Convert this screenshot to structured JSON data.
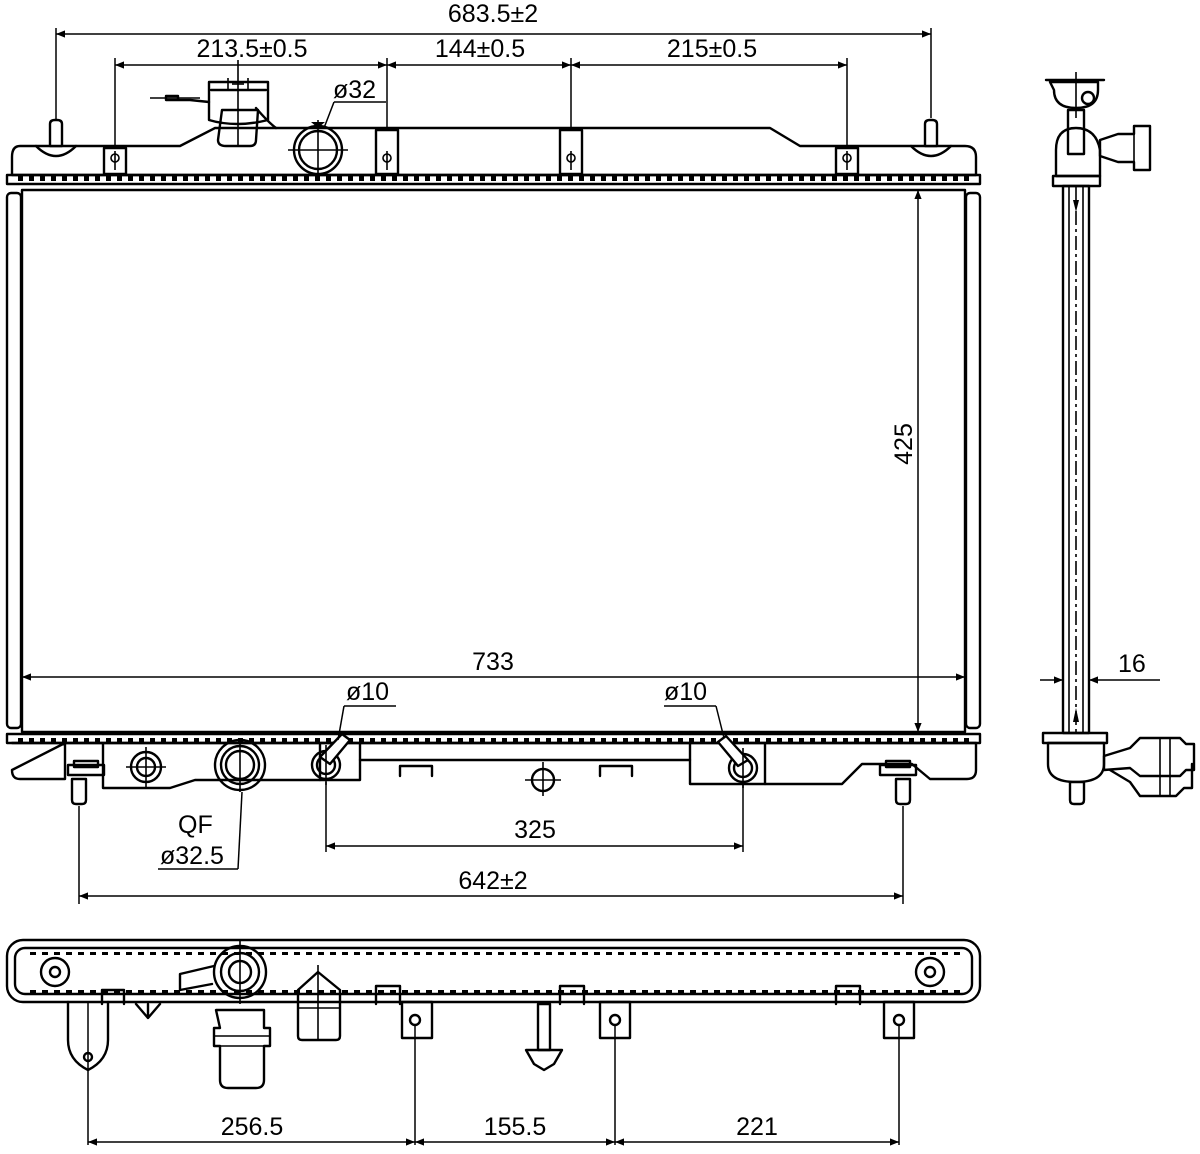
{
  "front_view": {
    "overall_width_top": "683.5±2",
    "mount_spacing_1": "213.5±0.5",
    "mount_spacing_2": "144±0.5",
    "mount_spacing_3": "215±0.5",
    "upper_pipe_dia": "ø32",
    "core_width": "733",
    "core_height": "425",
    "oil_cooler_port_left_dia": "ø10",
    "oil_cooler_port_right_dia": "ø10",
    "oil_port_spacing": "325",
    "lower_pipe_label": "QF",
    "lower_pipe_dia": "ø32.5",
    "overall_width_bottom": "642±2"
  },
  "side_view": {
    "core_thickness": "16"
  },
  "bottom_view": {
    "bracket_spacing_1": "256.5",
    "bracket_spacing_2": "155.5",
    "bracket_spacing_3": "221"
  }
}
